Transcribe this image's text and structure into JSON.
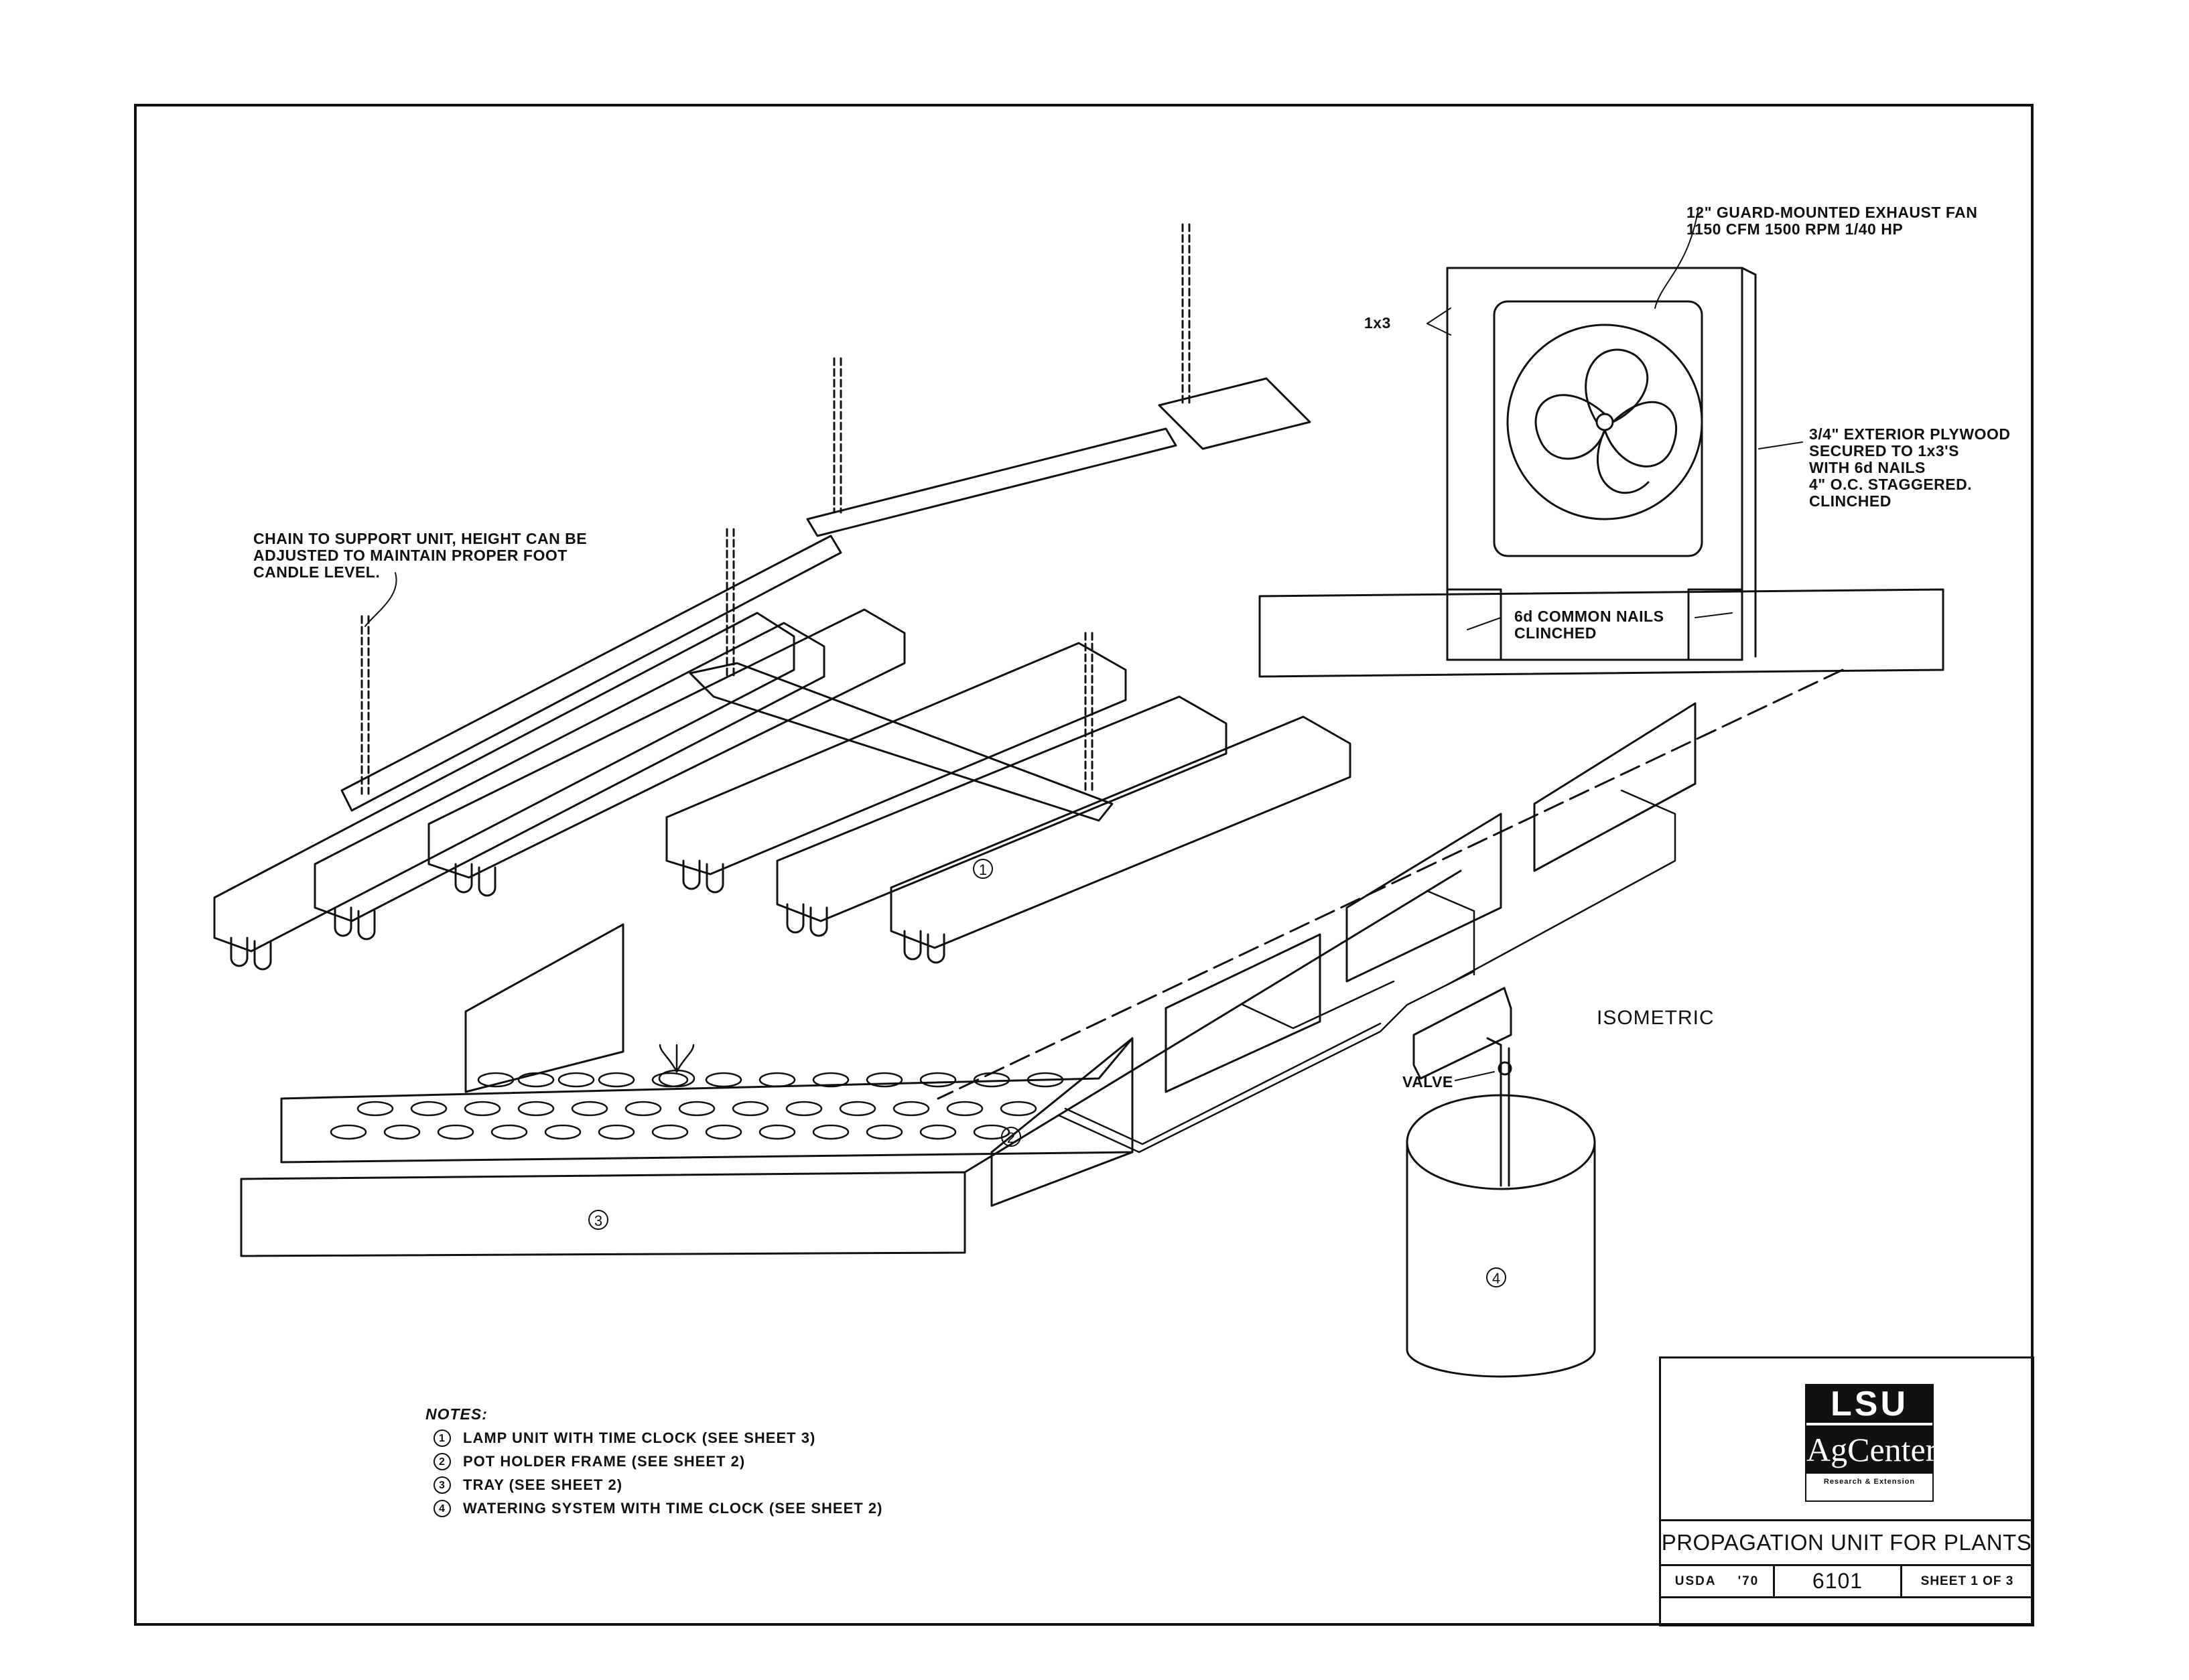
{
  "drawing": {
    "view_label": "ISOMETRIC",
    "labels": {
      "chain": [
        "CHAIN TO SUPPORT UNIT, HEIGHT CAN BE",
        "ADJUSTED TO MAINTAIN PROPER FOOT",
        "CANDLE LEVEL."
      ],
      "fan": [
        "12\" GUARD-MOUNTED EXHAUST FAN",
        "1150 CFM  1500 RPM  1/40 HP"
      ],
      "lumber": "1x3",
      "plywood": [
        "3/4\" EXTERIOR PLYWOOD",
        "SECURED TO 1x3'S",
        "WITH 6d NAILS",
        "4\" O.C. STAGGERED.",
        "CLINCHED"
      ],
      "nails": [
        "6d COMMON NAILS",
        "CLINCHED"
      ],
      "valve": "VALVE"
    },
    "callouts": [
      "1",
      "2",
      "3",
      "4"
    ]
  },
  "notes": {
    "title": "NOTES:",
    "items": [
      {
        "num": "1",
        "text": "LAMP UNIT WITH TIME CLOCK (SEE SHEET 3)"
      },
      {
        "num": "2",
        "text": "POT HOLDER FRAME (SEE SHEET 2)"
      },
      {
        "num": "3",
        "text": "TRAY (SEE SHEET 2)"
      },
      {
        "num": "4",
        "text": "WATERING SYSTEM WITH TIME CLOCK (SEE SHEET 2)"
      }
    ]
  },
  "title_block": {
    "logo_top": "LSU",
    "logo_bottom": "AgCenter",
    "logo_sub": "Research & Extension",
    "title": "PROPAGATION UNIT FOR PLANTS",
    "org": "USDA",
    "year": "'70",
    "plan_number": "6101",
    "sheet": "SHEET 1 OF 3"
  }
}
